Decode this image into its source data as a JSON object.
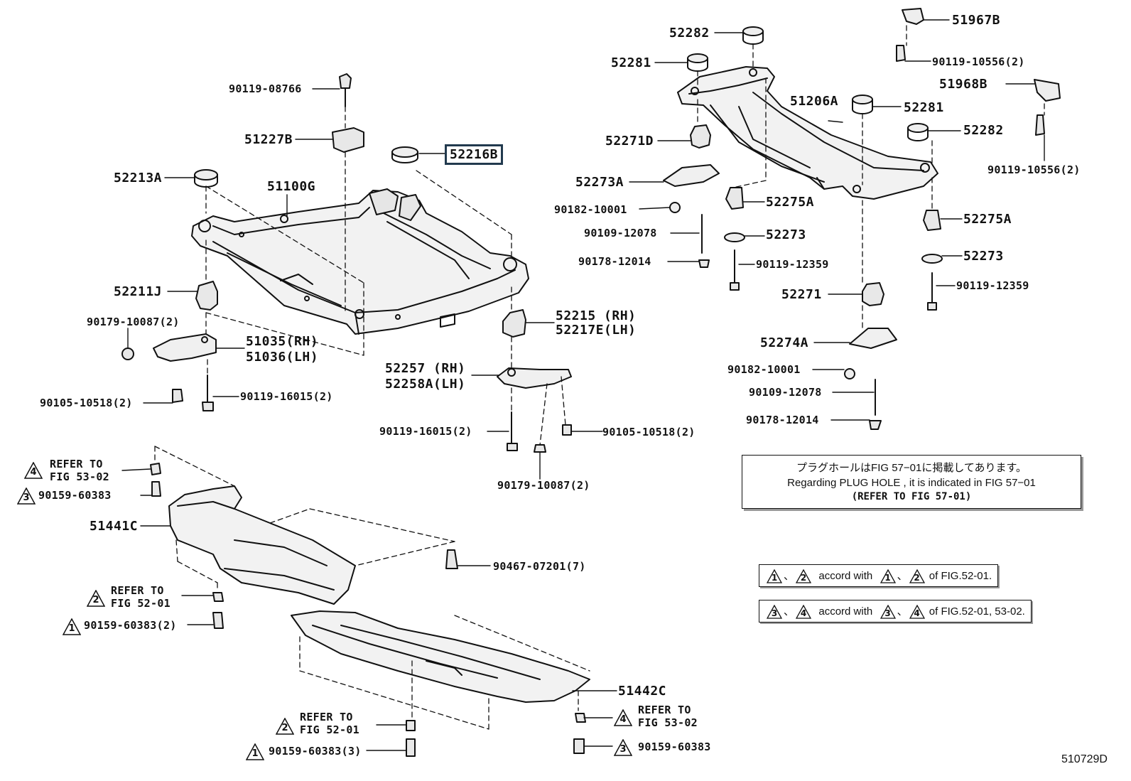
{
  "diagram": {
    "figure_code": "510729D",
    "labels": {
      "p90119_08766": "90119-08766",
      "p51227B": "51227B",
      "p52216B": "52216B",
      "p52213A": "52213A",
      "p51100G": "51100G",
      "p52211J": "52211J",
      "p90179_10087_2a": "90179-10087(2)",
      "p51035": "51035(RH)",
      "p51036": "51036(LH)",
      "p90105_10518_2a": "90105-10518(2)",
      "p90119_16015_2a": "90119-16015(2)",
      "p52215": "52215 (RH)",
      "p52217E": "52217E(LH)",
      "p52257": "52257 (RH)",
      "p52258A": "52258A(LH)",
      "p90119_16015_2b": "90119-16015(2)",
      "p90105_10518_2b": "90105-10518(2)",
      "p90179_10087_2b": "90179-10087(2)",
      "p52282a": "52282",
      "p52281a": "52281",
      "p51967B": "51967B",
      "p90119_10556_2a": "90119-10556(2)",
      "p51968B": "51968B",
      "p51206A": "51206A",
      "p52281b": "52281",
      "p52282b": "52282",
      "p90119_10556_2b": "90119-10556(2)",
      "p52271D": "52271D",
      "p52273A": "52273A",
      "p90182_10001a": "90182-10001",
      "p52275Aa": "52275A",
      "p90109_12078a": "90109-12078",
      "p52273a": "52273",
      "p90178_12014a": "90178-12014",
      "p90119_12359a": "90119-12359",
      "p52275Ab": "52275A",
      "p52273b": "52273",
      "p90119_12359b": "90119-12359",
      "p52271": "52271",
      "p52274A": "52274A",
      "p90182_10001b": "90182-10001",
      "p90109_12078b": "90109-12078",
      "p90178_12014b": "90178-12014",
      "p51441C": "51441C",
      "p90467_07201": "90467-07201(7)",
      "p51442C": "51442C",
      "refer_to": "REFER TO",
      "fig_53_02": "FIG 53-02",
      "fig_52_01": "FIG 52-01",
      "p90159_60383": "90159-60383",
      "p90159_60383_2": "90159-60383(2)",
      "p90159_60383_3": "90159-60383(3)"
    },
    "markers": {
      "m1": "1",
      "m2": "2",
      "m3": "3",
      "m4": "4"
    },
    "notes": {
      "plug_line1": "プラグホールはFIG 57−01に掲載してあります。",
      "plug_line2": "Regarding PLUG HOLE , it is indicated in FIG 57−01",
      "plug_line3": "(REFER TO FIG 57-01)",
      "accord_with": "accord with",
      "sep": "、",
      "acc1_tail": "of FIG.52-01.",
      "acc2_tail": "of FIG.52-01, 53-02."
    }
  }
}
